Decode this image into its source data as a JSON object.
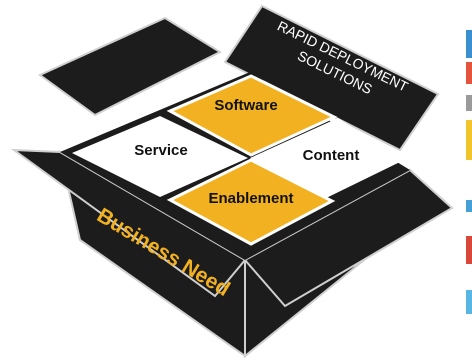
{
  "box": {
    "tag_lines": [
      "RAPID DEPLOYMENT",
      "SOLUTIONS"
    ],
    "side_label": "Business Need"
  },
  "quadrants": {
    "top": "Software",
    "left": "Service",
    "right": "Content",
    "bottom": "Enablement"
  },
  "colors": {
    "box": "#1c1c1c",
    "accent": "#f2b120",
    "tile_white": "#ffffff",
    "text_dark": "#111111",
    "text_light": "#ffffff"
  }
}
